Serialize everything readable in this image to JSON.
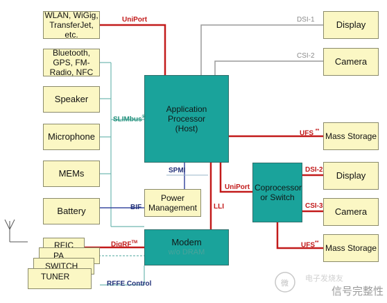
{
  "boxes": {
    "wlan": "WLAN, WiGig, TransferJet, etc.",
    "bluetooth": "Bluetooth, GPS, FM-Radio, NFC",
    "speaker": "Speaker",
    "microphone": "Microphone",
    "mems": "MEMs",
    "battery": "Battery",
    "display_top": "Display",
    "camera_top": "Camera",
    "mass_storage_top": "Mass Storage",
    "display_right": "Display",
    "camera_right": "Camera",
    "mass_storage_right": "Mass Storage",
    "app_processor": "Application Processor (Host)",
    "coprocessor": "Coprocessor or Switch",
    "power_management": "Power Management",
    "modem": "Modem",
    "modem_sub": "w/o DRAM",
    "rfic": "RFIC",
    "pa": "PA",
    "switch": "SWITCH",
    "tuner": "TUNER"
  },
  "labels": {
    "uniport_top": "UniPort",
    "dsi1": "DSI-1",
    "csi2": "CSI-2",
    "slimbus": "SLIMbus",
    "slimbus_mark": "®",
    "ufs_top": "UFS",
    "ufs_top_mark": "**",
    "spmi": "SPMI",
    "uniport_mid": "UniPort",
    "dsi2": "DSI-2",
    "csi3": "CSI-3",
    "ufs_bottom": "UFS",
    "ufs_bottom_mark": "**",
    "lli": "LLI",
    "bif": "BIF",
    "digrf": "DigRF",
    "digrf_mark": "TM",
    "rffe": "RFFE Control"
  },
  "watermark": {
    "glyph": "微",
    "text": "电子发烧友",
    "text2": "信号完整性"
  },
  "colors": {
    "red_line": "#c21a1a",
    "gray_line": "#9a9a9a",
    "teal_line": "#6fb8b0",
    "navy_line": "#3a4aa0",
    "yellow_box": "#fbf7c4",
    "teal_box": "#1aa39b"
  }
}
